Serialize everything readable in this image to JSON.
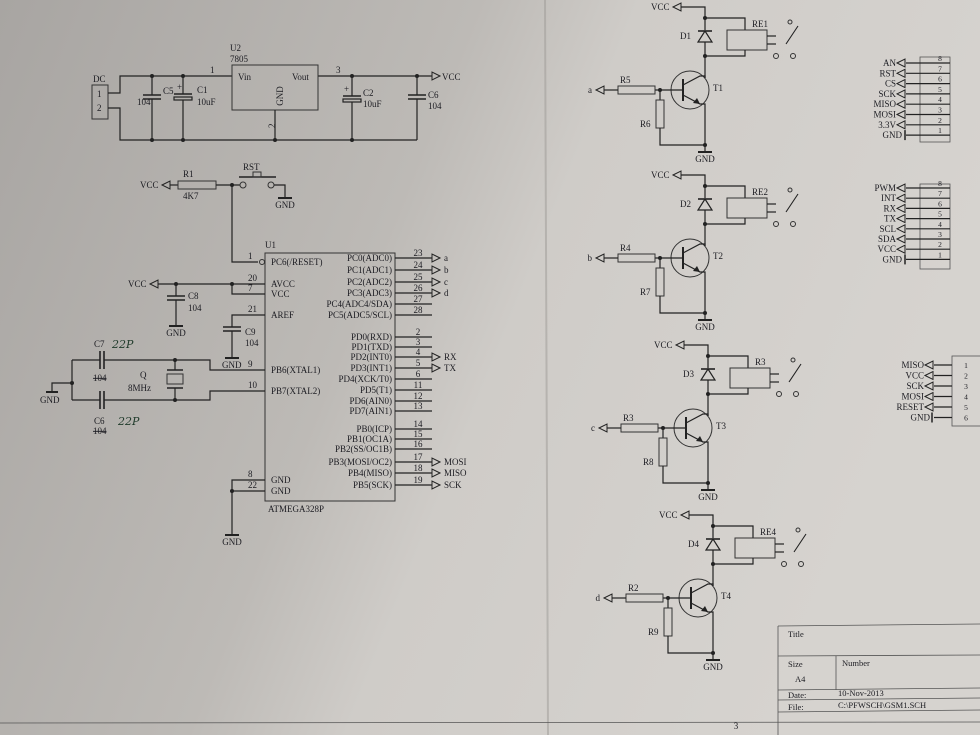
{
  "power": {
    "dc": {
      "ref": "DC",
      "pins": [
        "1",
        "2"
      ]
    },
    "c5": {
      "ref": "C5",
      "value": "104"
    },
    "c1": {
      "ref": "C1",
      "value": "10uF",
      "polarity": "+"
    },
    "u2": {
      "ref": "U2",
      "part": "7805",
      "vin": "Vin",
      "vout": "Vout",
      "gnd": "GND",
      "pins": [
        "1",
        "2",
        "3"
      ]
    },
    "c2": {
      "ref": "C2",
      "value": "10uF",
      "polarity": "+"
    },
    "c6": {
      "ref": "C6",
      "value": "104"
    },
    "vcc": "VCC"
  },
  "reset": {
    "vcc": "VCC",
    "r1": {
      "ref": "R1",
      "value": "4K7"
    },
    "switch": "RST",
    "gnd": "GND"
  },
  "mcu": {
    "ref": "U1",
    "part": "ATMEGA328P",
    "left_pins": [
      {
        "num": "1",
        "name": "PC6(/RESET)"
      },
      {
        "num": "20",
        "name": "AVCC"
      },
      {
        "num": "7",
        "name": "VCC"
      },
      {
        "num": "21",
        "name": "AREF"
      },
      {
        "num": "9",
        "name": "PB6(XTAL1)"
      },
      {
        "num": "10",
        "name": "PB7(XTAL2)"
      },
      {
        "num": "8",
        "name": "GND"
      },
      {
        "num": "22",
        "name": "GND"
      }
    ],
    "right_pins": [
      {
        "num": "23",
        "name": "PC0(ADC0)",
        "net": "a"
      },
      {
        "num": "24",
        "name": "PC1(ADC1)",
        "net": "b"
      },
      {
        "num": "25",
        "name": "PC2(ADC2)",
        "net": "c"
      },
      {
        "num": "26",
        "name": "PC3(ADC3)",
        "net": "d"
      },
      {
        "num": "27",
        "name": "PC4(ADC4/SDA)",
        "net": ""
      },
      {
        "num": "28",
        "name": "PC5(ADC5/SCL)",
        "net": ""
      },
      {
        "num": "2",
        "name": "PD0(RXD)",
        "net": ""
      },
      {
        "num": "3",
        "name": "PD1(TXD)",
        "net": ""
      },
      {
        "num": "4",
        "name": "PD2(INT0)",
        "net": "RX"
      },
      {
        "num": "5",
        "name": "PD3(INT1)",
        "net": "TX"
      },
      {
        "num": "6",
        "name": "PD4(XCK/T0)",
        "net": ""
      },
      {
        "num": "11",
        "name": "PD5(T1)",
        "net": ""
      },
      {
        "num": "12",
        "name": "PD6(AIN0)",
        "net": ""
      },
      {
        "num": "13",
        "name": "PD7(AIN1)",
        "net": ""
      },
      {
        "num": "14",
        "name": "PB0(ICP)",
        "net": ""
      },
      {
        "num": "15",
        "name": "PB1(OC1A)",
        "net": ""
      },
      {
        "num": "16",
        "name": "PB2(SS/OC1B)",
        "net": ""
      },
      {
        "num": "17",
        "name": "PB3(MOSI/OC2)",
        "net": "MOSI"
      },
      {
        "num": "18",
        "name": "PB4(MISO)",
        "net": "MISO"
      },
      {
        "num": "19",
        "name": "PB5(SCK)",
        "net": "SCK"
      }
    ]
  },
  "decoupling": {
    "vcc": "VCC",
    "c8": {
      "ref": "C8",
      "value": "104"
    },
    "c9": {
      "ref": "C9",
      "value": "104"
    },
    "gnd": "GND"
  },
  "crystal": {
    "ref": "Q",
    "value": "8MHz",
    "c7": {
      "ref": "C7",
      "value_struck": "104",
      "value_handwritten": "22P"
    },
    "c6": {
      "ref": "C6",
      "value_struck": "104",
      "value_handwritten": "22P"
    },
    "gnd": "GND"
  },
  "relays": [
    {
      "vcc": "VCC",
      "diode": "D1",
      "relay": "RE1",
      "transistor": "T1",
      "base_resistor": "R5",
      "pulldown": "R6",
      "input": "a",
      "gnd": "GND"
    },
    {
      "vcc": "VCC",
      "diode": "D2",
      "relay": "RE2",
      "transistor": "T2",
      "base_resistor": "R4",
      "pulldown": "R7",
      "input": "b",
      "gnd": "GND"
    },
    {
      "vcc": "VCC",
      "diode": "D3",
      "relay": "R3",
      "transistor": "T3",
      "base_resistor": "R3",
      "pulldown": "R8",
      "input": "c",
      "gnd": "GND"
    },
    {
      "vcc": "VCC",
      "diode": "D4",
      "relay": "RE4",
      "transistor": "T4",
      "base_resistor": "R2",
      "pulldown": "R9",
      "input": "d",
      "gnd": "GND"
    }
  ],
  "connectors": [
    {
      "pins": [
        {
          "num": "8",
          "net": "AN"
        },
        {
          "num": "7",
          "net": "RST"
        },
        {
          "num": "6",
          "net": "CS"
        },
        {
          "num": "5",
          "net": "SCK"
        },
        {
          "num": "4",
          "net": "MISO"
        },
        {
          "num": "3",
          "net": "MOSI"
        },
        {
          "num": "2",
          "net": "3.3V"
        },
        {
          "num": "1",
          "net": "GND"
        }
      ]
    },
    {
      "pins": [
        {
          "num": "8",
          "net": "PWM"
        },
        {
          "num": "7",
          "net": "INT"
        },
        {
          "num": "6",
          "net": "RX"
        },
        {
          "num": "5",
          "net": "TX"
        },
        {
          "num": "4",
          "net": "SCL"
        },
        {
          "num": "3",
          "net": "SDA"
        },
        {
          "num": "2",
          "net": "VCC"
        },
        {
          "num": "1",
          "net": "GND"
        }
      ]
    },
    {
      "pins": [
        {
          "num": "1",
          "net": "MISO"
        },
        {
          "num": "2",
          "net": "VCC"
        },
        {
          "num": "3",
          "net": "SCK"
        },
        {
          "num": "4",
          "net": "MOSI"
        },
        {
          "num": "5",
          "net": "RESET"
        },
        {
          "num": "6",
          "net": "GND"
        }
      ]
    }
  ],
  "title_block": {
    "title_label": "Title",
    "size_label": "Size",
    "size": "A4",
    "number_label": "Number",
    "date_label": "Date:",
    "date": "10-Nov-2013",
    "file_label": "File:",
    "file": "C:\\PFWSCH\\GSM1.SCH"
  },
  "page_number": "3"
}
